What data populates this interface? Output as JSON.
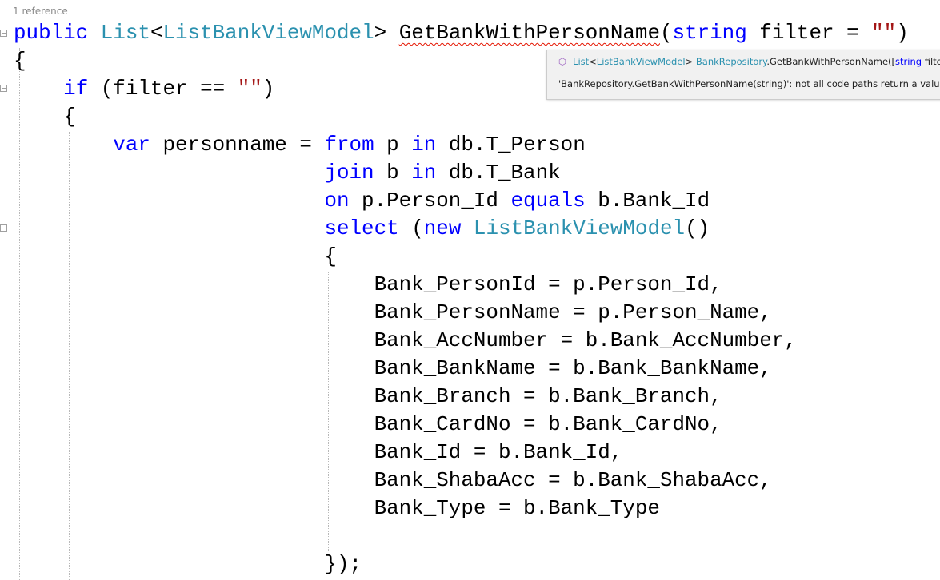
{
  "codelens": "1 reference",
  "code_lines": [
    [
      [
        "public",
        "kw"
      ],
      [
        " ",
        ""
      ],
      [
        "List",
        "ty"
      ],
      [
        "<",
        ""
      ],
      [
        "ListBankViewModel",
        "ty"
      ],
      [
        "> ",
        ""
      ],
      [
        "GetBankWithPersonName",
        "err"
      ],
      [
        "(",
        ""
      ],
      [
        "string",
        "kw"
      ],
      [
        " filter = ",
        ""
      ],
      [
        "\"\"",
        "st"
      ],
      [
        ")",
        ""
      ]
    ],
    [
      [
        "{",
        ""
      ]
    ],
    [
      [
        "    ",
        ""
      ],
      [
        "if",
        "kw"
      ],
      [
        " (filter == ",
        ""
      ],
      [
        "\"\"",
        "st"
      ],
      [
        ")",
        ""
      ]
    ],
    [
      [
        "    {",
        ""
      ]
    ],
    [
      [
        "        ",
        ""
      ],
      [
        "var",
        "kw"
      ],
      [
        " personname = ",
        ""
      ],
      [
        "from",
        "kw"
      ],
      [
        " p ",
        ""
      ],
      [
        "in",
        "kw"
      ],
      [
        " db.T_Person",
        ""
      ]
    ],
    [
      [
        "                         ",
        ""
      ],
      [
        "join",
        "kw"
      ],
      [
        " b ",
        ""
      ],
      [
        "in",
        "kw"
      ],
      [
        " db.T_Bank",
        ""
      ]
    ],
    [
      [
        "                         ",
        ""
      ],
      [
        "on",
        "kw"
      ],
      [
        " p.Person_Id ",
        ""
      ],
      [
        "equals",
        "kw"
      ],
      [
        " b.Bank_Id",
        ""
      ]
    ],
    [
      [
        "                         ",
        ""
      ],
      [
        "select",
        "kw"
      ],
      [
        " (",
        ""
      ],
      [
        "new",
        "kw"
      ],
      [
        " ",
        ""
      ],
      [
        "ListBankViewModel",
        "ty"
      ],
      [
        "()",
        ""
      ]
    ],
    [
      [
        "                         {",
        ""
      ]
    ],
    [
      [
        "                             Bank_PersonId = p.Person_Id,",
        ""
      ]
    ],
    [
      [
        "                             Bank_PersonName = p.Person_Name,",
        ""
      ]
    ],
    [
      [
        "                             Bank_AccNumber = b.Bank_AccNumber,",
        ""
      ]
    ],
    [
      [
        "                             Bank_BankName = b.Bank_BankName,",
        ""
      ]
    ],
    [
      [
        "                             Bank_Branch = b.Bank_Branch,",
        ""
      ]
    ],
    [
      [
        "                             Bank_CardNo = b.Bank_CardNo,",
        ""
      ]
    ],
    [
      [
        "                             Bank_Id = b.Bank_Id,",
        ""
      ]
    ],
    [
      [
        "                             Bank_ShabaAcc = b.Bank_ShabaAcc,",
        ""
      ]
    ],
    [
      [
        "                             Bank_Type = b.Bank_Type",
        ""
      ]
    ],
    [],
    [
      [
        "                         });",
        ""
      ]
    ]
  ],
  "tooltip": {
    "signature": [
      [
        "List",
        "ty"
      ],
      [
        "<",
        ""
      ],
      [
        "ListBankViewModel",
        "ty"
      ],
      [
        "> ",
        ""
      ],
      [
        "BankRepository",
        "ty"
      ],
      [
        ".GetBankWithPersonName(",
        ""
      ],
      [
        "[",
        ""
      ],
      [
        "string",
        "kw"
      ],
      [
        " filter = ",
        ""
      ],
      [
        "\"\"",
        "st"
      ],
      [
        "])",
        ""
      ]
    ],
    "message": "'BankRepository.GetBankWithPersonName(string)': not all code paths return a value"
  },
  "colors": {
    "keyword": "#0000ff",
    "type": "#2b91af",
    "string": "#a31515",
    "error": "#e51400"
  }
}
